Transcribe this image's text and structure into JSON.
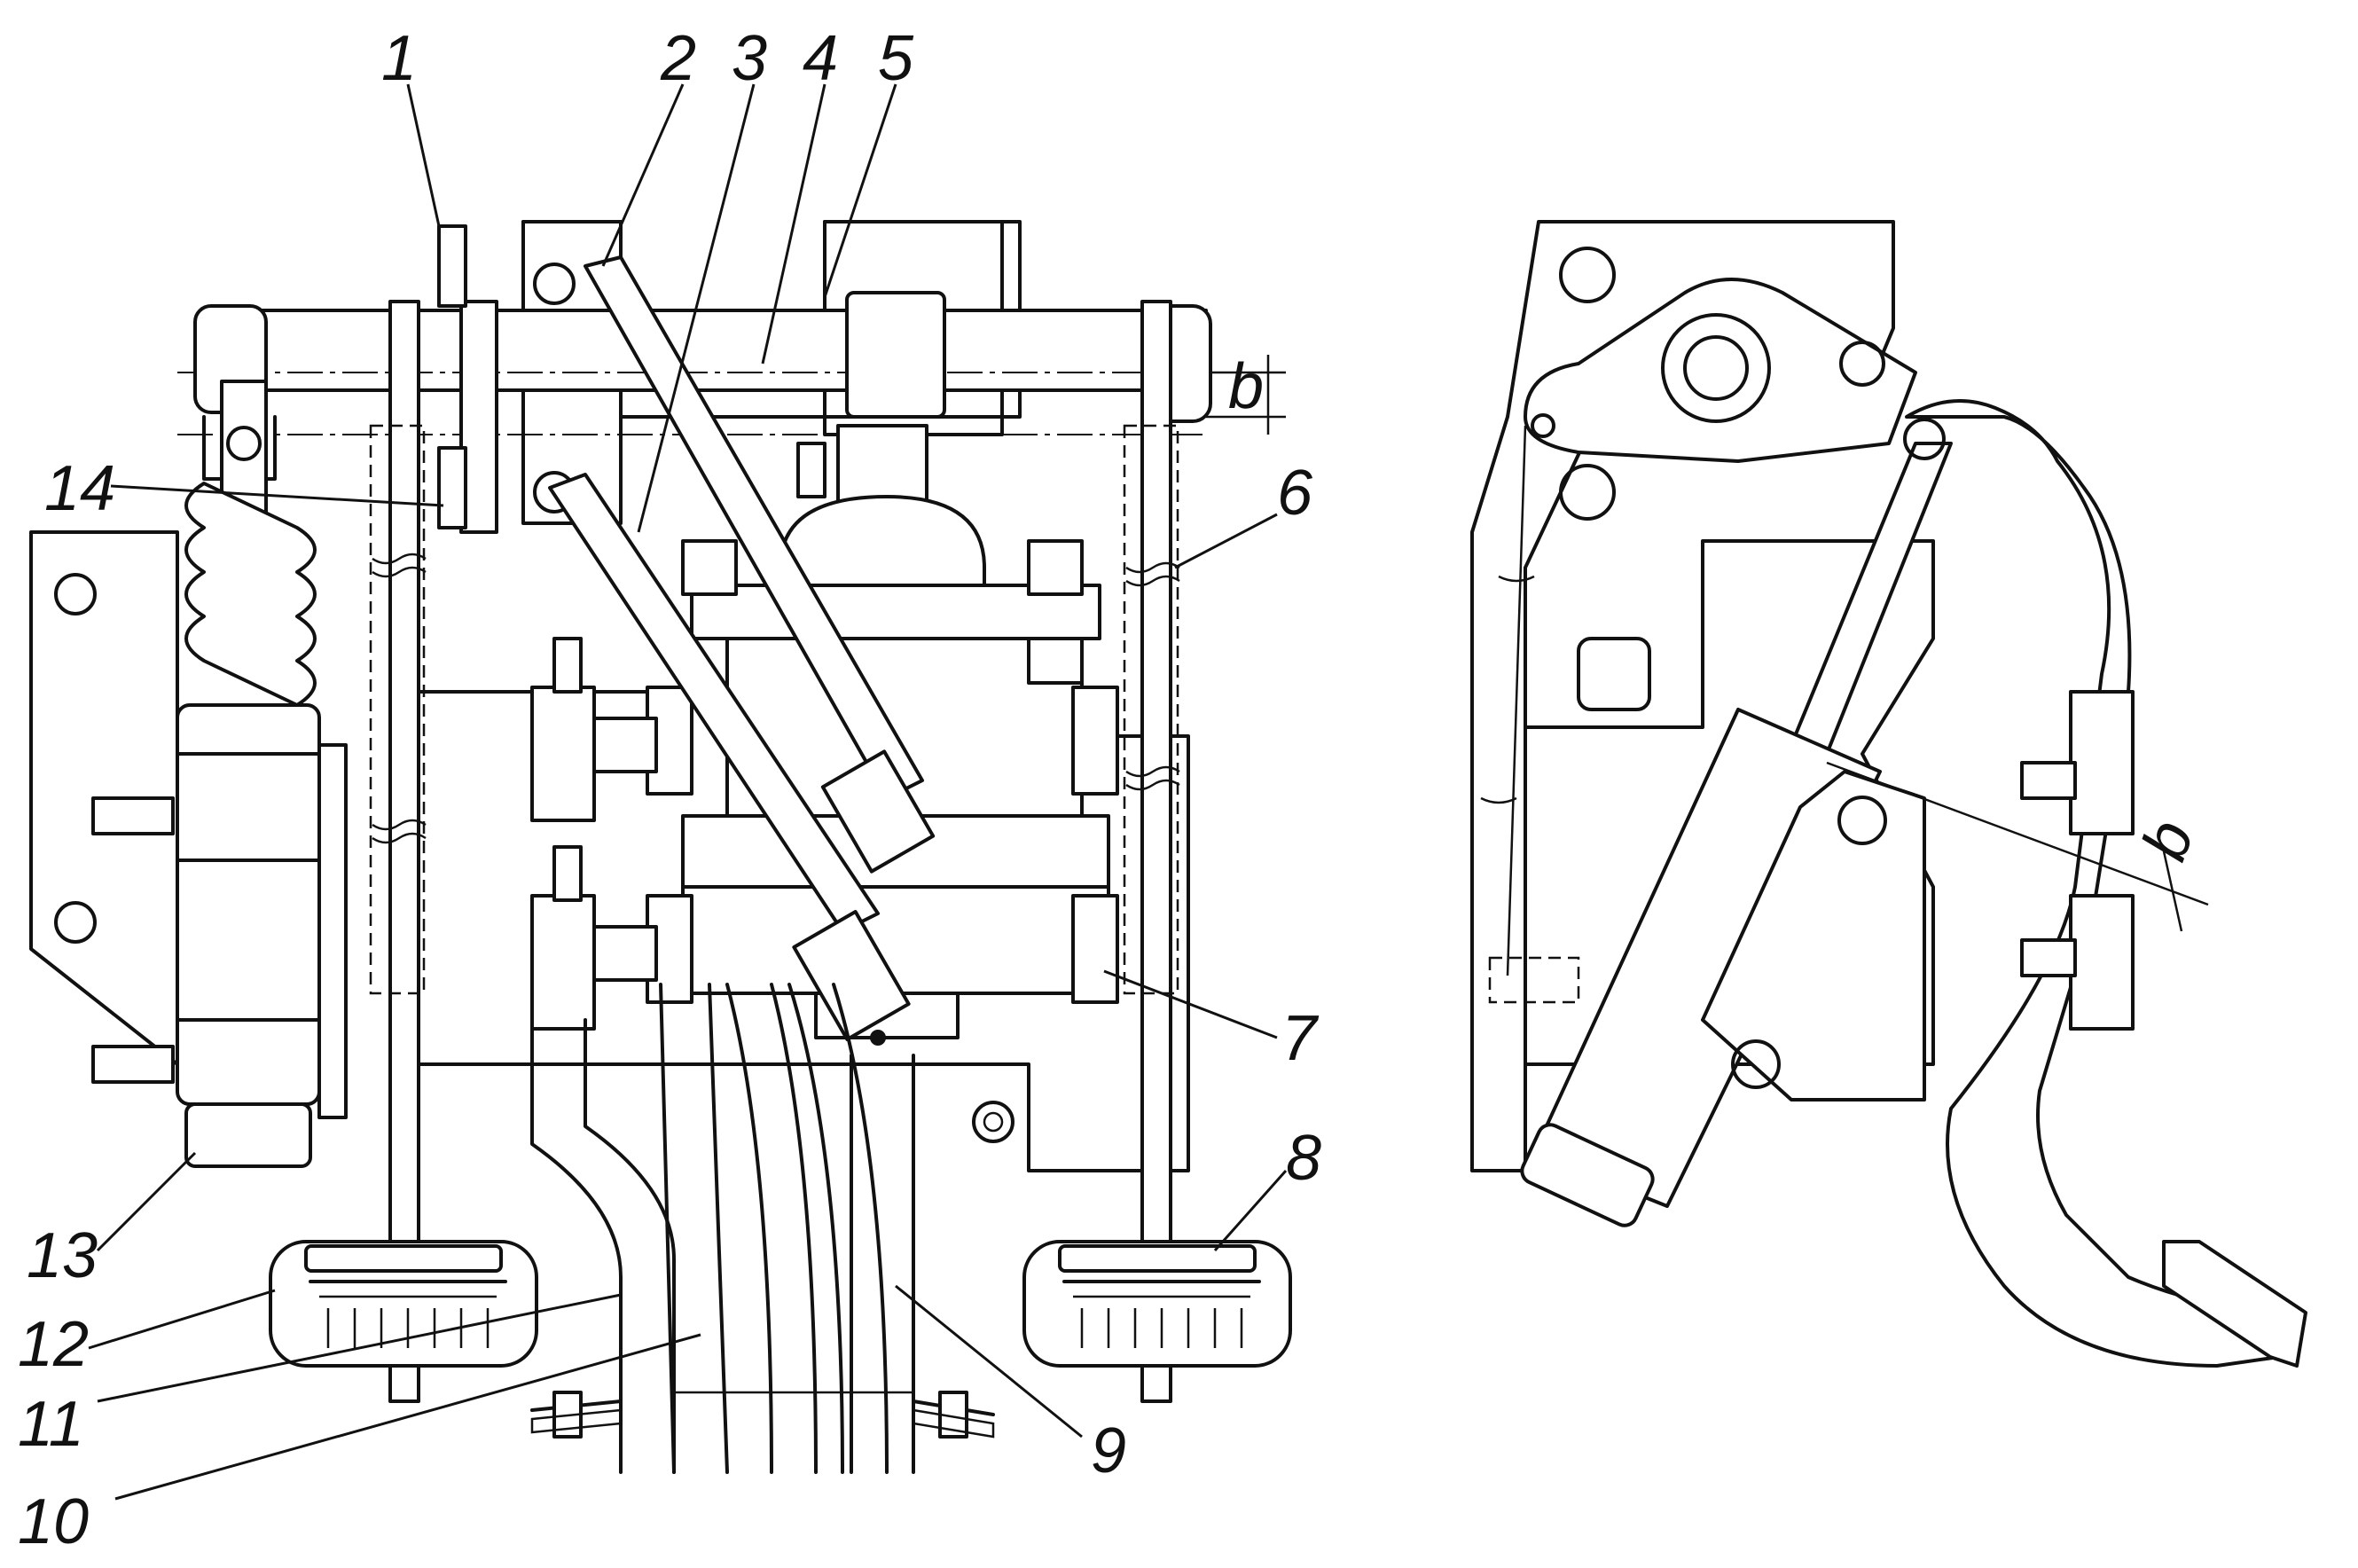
{
  "callouts": {
    "c1": "1",
    "c2": "2",
    "c3": "3",
    "c4": "4",
    "c5": "5",
    "c6": "6",
    "c7": "7",
    "c8": "8",
    "c9": "9",
    "c10": "10",
    "c11": "11",
    "c12": "12",
    "c13": "13",
    "c14": "14"
  },
  "dimensions": {
    "b_front": "b",
    "b_side": "b"
  }
}
